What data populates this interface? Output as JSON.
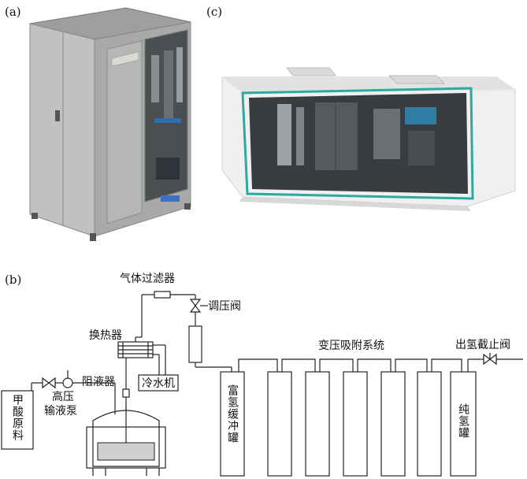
{
  "labels": {
    "a": "(a)",
    "b": "(b)",
    "c": "(c)"
  },
  "diagram": {
    "gas_filter": "气体过滤器",
    "pressure_valve": "调压阀",
    "heat_exchanger": "换热器",
    "liquid_blocker": "阻液器",
    "chiller": "冷水机",
    "pump_line1": "高压",
    "pump_line2": "输液泵",
    "raw_material": "甲酸原料",
    "psa_system": "变压吸附系统",
    "buffer_tank": "富氢缓冲罐",
    "pure_tank": "纯氢罐",
    "outlet_valve": "出氢截止阀"
  },
  "colors": {
    "cabinet": "#b9bcb8",
    "cabinet_dark": "#8e918d",
    "enclosure": "#f2f2f2",
    "teal_trim": "#2fa9a0",
    "glass": "#3a3d40"
  }
}
